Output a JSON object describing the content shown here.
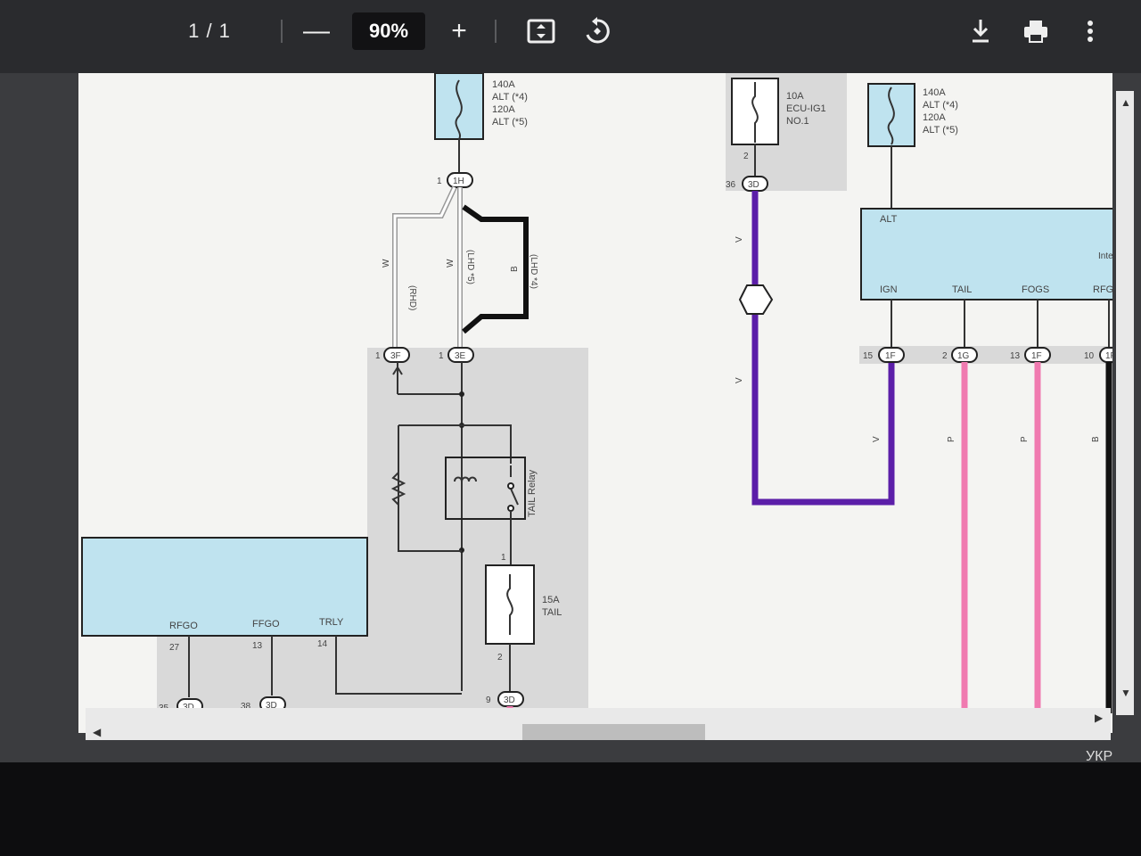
{
  "toolbar": {
    "page_indicator": "1 / 1",
    "zoom_out_icon": "minus-icon",
    "zoom_out": "—",
    "zoom_level": "90%",
    "zoom_in_icon": "plus-icon",
    "zoom_in": "+",
    "fit_icon": "fit-page-icon",
    "rotate_icon": "rotate-icon",
    "download_icon": "download-icon",
    "print_icon": "print-icon",
    "more_icon": "more-vertical-icon"
  },
  "taskbar": {
    "language": "УКР"
  },
  "diagram": {
    "fuse_top_left": [
      "140A",
      "ALT (*4)",
      "120A",
      "ALT (*5)"
    ],
    "fuse_top_mid": [
      "10A",
      "ECU-IG1",
      "NO.1"
    ],
    "fuse_top_right": [
      "140A",
      "ALT (*4)",
      "120A",
      "ALT (*5)"
    ],
    "conn_1h": "1H",
    "pin_1h": "1",
    "conn_3f": "3F",
    "pin_3f": "1",
    "conn_3e": "3E",
    "pin_3e": "1",
    "conn_36_3d": "3D",
    "pin_36": "36",
    "pin_2_mid": "2",
    "wire_labels": {
      "w1": "W",
      "rhd": "(RHD)",
      "w2": "W",
      "lhd5": "(LHD *5)",
      "b": "B",
      "lhd4": "(LHD *4)"
    },
    "relay_label": "TAIL Relay",
    "relay_pin1": "1",
    "fuse_tail": [
      "15A",
      "TAIL"
    ],
    "fuse_tail_pin2": "2",
    "ecu_left_pins": {
      "rfgo": "RFGO",
      "ffgo": "FFGO",
      "trly": "TRLY",
      "n27": "27",
      "n13": "13",
      "n14": "14"
    },
    "bottom_conns": {
      "p35": "35",
      "c35": "3D",
      "p38": "38",
      "c38": "3D",
      "p9": "9",
      "c9": "3D"
    },
    "ecu_right": {
      "alt": "ALT",
      "inte": "Inte",
      "ign": "IGN",
      "tail": "TAIL",
      "fogs": "FOGS",
      "rfg": "RFG"
    },
    "right_conns": {
      "p15": "15",
      "c15": "1F",
      "p2": "2",
      "c2": "1G",
      "p13": "13",
      "c13": "1F",
      "p10": "10",
      "c10": "1F"
    },
    "wire_colors": {
      "v": "V",
      "p": "P",
      "b": "B"
    },
    "colors": {
      "violet": "#5b1ea8",
      "pink": "#f07ab0",
      "box_blue": "#bfe3ef",
      "shade": "#d9d9d9"
    }
  }
}
